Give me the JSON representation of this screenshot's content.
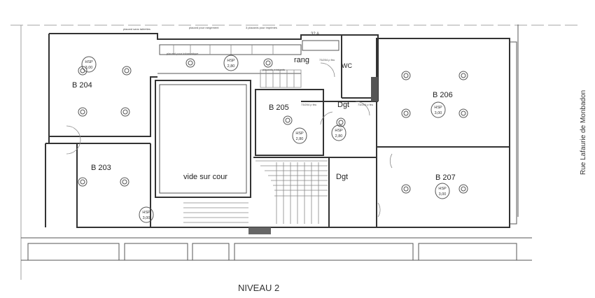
{
  "title": "NIVEAU 2",
  "street": "Rue Lafaurie de Monbadon",
  "rooms": {
    "b204": "B 204",
    "b203": "B 203",
    "b205": "B 205",
    "b206": "B 206",
    "b207": "B 207",
    "rang": "rang",
    "wc": "WC",
    "dgt_upper": "Dgt",
    "dgt_lower": "Dgt",
    "court": "vide sur cour"
  },
  "hsp": [
    {
      "label": "HSP",
      "value": "3,00",
      "room": "B 204"
    },
    {
      "label": "HSP",
      "value": "2,80",
      "room": "rang"
    },
    {
      "label": "HSP",
      "value": "2,80",
      "room": "B 205"
    },
    {
      "label": "HSP",
      "value": "2,80",
      "room": "Dgt"
    },
    {
      "label": "HSP",
      "value": "3,00",
      "room": "B 206"
    },
    {
      "label": "HSP",
      "value": "3,00",
      "room": "B 207"
    },
    {
      "label": "HSP",
      "value": "3,00",
      "room": "B 203"
    }
  ],
  "annotations": {
    "placard_top_left": "placard sans tablettes",
    "placard_rangement": "placard pour rangement",
    "placards_imprimes": "3 placards pour imprimés",
    "placard_informatique": "placard pour informatique",
    "placards_existants": "placards existants",
    "power": "32 A",
    "door_1": "73/204 p feu",
    "door_2": "73/204 p feu",
    "door_3": "73/204 p feu"
  }
}
